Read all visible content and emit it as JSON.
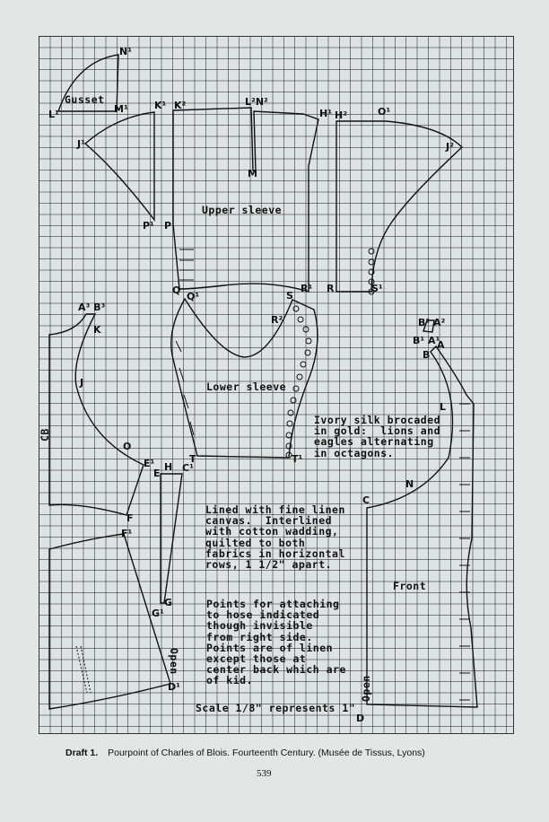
{
  "pieces": {
    "gusset": "Gusset",
    "upper_sleeve": "Upper sleeve",
    "lower_sleeve": "Lower sleeve",
    "front": "Front",
    "cb": "CB",
    "open_back": "Open",
    "open_front": "Open"
  },
  "notes": {
    "fabric": "Ivory silk brocaded\nin gold:  lions and\neagles alternating\nin octagons.",
    "lining": "Lined with fine linen\ncanvas.  Interlined\nwith cotton wadding,\nquilted to both\nfabrics in horizontal\nrows, 1 1/2\" apart.",
    "points": "Points for attaching\nto hose indicated\nthough invisible\nfrom right side.\nPoints are of linen\nexcept those at\ncenter back which are\nof kid.",
    "scale": "Scale 1/8\" represents 1\""
  },
  "points": {
    "N1": "N¹",
    "L1": "L¹",
    "M1": "M¹",
    "K1": "K¹",
    "K2": "K²",
    "L2N2": "L²N²",
    "H1": "H¹",
    "H2": "H²",
    "O1": "O¹",
    "J1": "J¹",
    "J2": "J²",
    "M": "M",
    "P1": "P¹",
    "P": "P",
    "Q": "Q",
    "Q1": "Q¹",
    "S": "S",
    "R1": "R¹",
    "R": "R",
    "S1": "S¹",
    "A3B3": "A³ B³",
    "K": "K",
    "R2": "R²",
    "B2A2": "B² A²",
    "B1A1": "B¹ A¹",
    "A": "A",
    "B": "B",
    "J": "J",
    "L": "L",
    "O": "O",
    "E1": "E¹",
    "E": "E",
    "H": "H",
    "C1": "C¹",
    "T": "T",
    "T1": "T¹",
    "N": "N",
    "C": "C",
    "F": "F",
    "F1": "F¹",
    "G": "G",
    "G1": "G¹",
    "D1": "D¹",
    "D": "D"
  },
  "caption": {
    "label": "Draft 1.",
    "text": "Pourpoint of Charles of Blois. Fourteenth Century. (Musée de Tissus, Lyons)"
  },
  "page_number": "539"
}
